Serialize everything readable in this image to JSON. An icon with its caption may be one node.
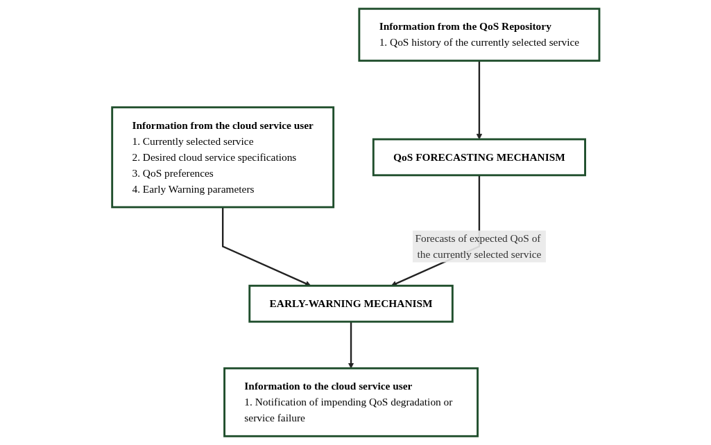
{
  "diagram": {
    "nodes": [
      {
        "text": [
          "Information from the cloud service user",
          "1. Currently selected service",
          "2. Desired cloud service specifications",
          "3. QoS preferences",
          "4. Early Warning parameters"
        ]
      },
      {
        "text": [
          "Information from the QoS Repository",
          "1. QoS history of the currently selected service"
        ]
      },
      {
        "text": [
          "EARLY-WARNING MECHANISM"
        ]
      },
      {
        "text": [
          "QoS FORECASTING MECHANISM"
        ]
      },
      {
        "text": [
          "Information to the cloud service user",
          "1. Notification of impending QoS degradation or service failure"
        ]
      }
    ],
    "edges": [
      {
        "from": 0,
        "to": 2,
        "arrow": "to"
      },
      {
        "from": 1,
        "to": 3,
        "arrow": "to"
      },
      {
        "from": 3,
        "to": 2,
        "arrow": "to",
        "label": "Forecasts of expected QoS of the currently selected service"
      },
      {
        "from": 2,
        "to": 4,
        "arrow": "to"
      }
    ]
  }
}
